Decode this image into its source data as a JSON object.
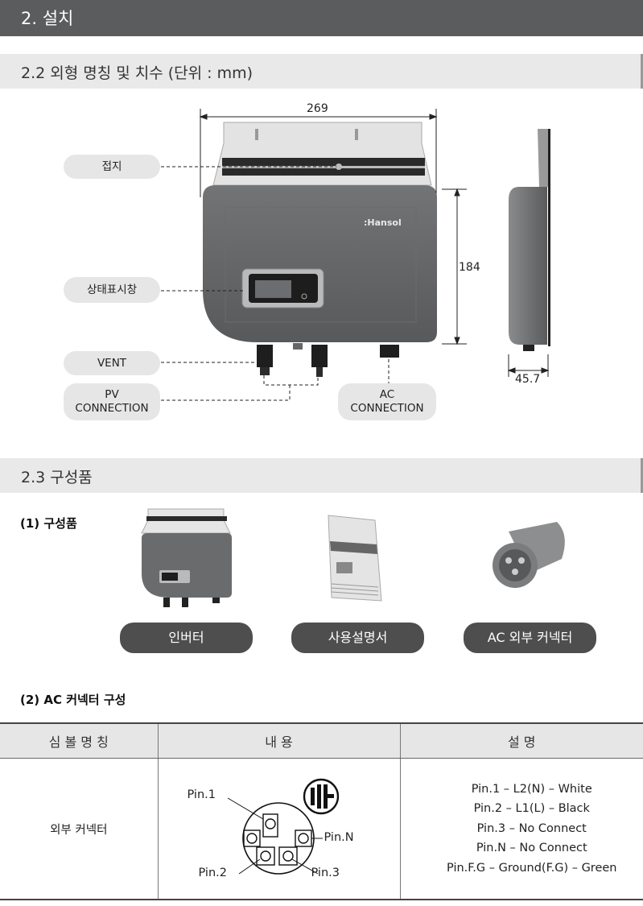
{
  "section_title": "2. 설치",
  "sub1_title": "2.2 외형 명칭 및 치수 (단위 : mm)",
  "dimensions": {
    "width": "269",
    "height": "184",
    "depth": "45.7"
  },
  "callouts": {
    "ground": "접지",
    "display": "상태표시창",
    "vent": "VENT",
    "pv_line1": "PV",
    "pv_line2": "CONNECTION",
    "ac_line1": "AC",
    "ac_line2": "CONNECTION"
  },
  "device_brand": ":Hansol",
  "sub2_title": "2.3 구성품",
  "components_heading": "(1) 구성품",
  "components": [
    "인버터",
    "사용설명서",
    "AC 외부 커넥터"
  ],
  "ac_connector_heading": "(2) AC 커넥터 구성",
  "table": {
    "headers": [
      "심 볼 명 칭",
      "내 용",
      "설 명"
    ],
    "row_name": "외부 커넥터",
    "pins": {
      "p1": "Pin.1",
      "p2": "Pin.2",
      "p3": "Pin.3",
      "pn": "Pin.N"
    },
    "description": [
      "Pin.1 – L2(N) – White",
      "Pin.2 – L1(L) – Black",
      "Pin.3 – No Connect",
      "Pin.N – No Connect",
      "Pin.F.G – Ground(F.G) – Green"
    ]
  },
  "colors": {
    "header_bg": "#5b5c5e",
    "subheader_bg": "#e9e9e9",
    "pill_dark": "#4e4e4e",
    "pill_gray": "#e6e6e6"
  }
}
